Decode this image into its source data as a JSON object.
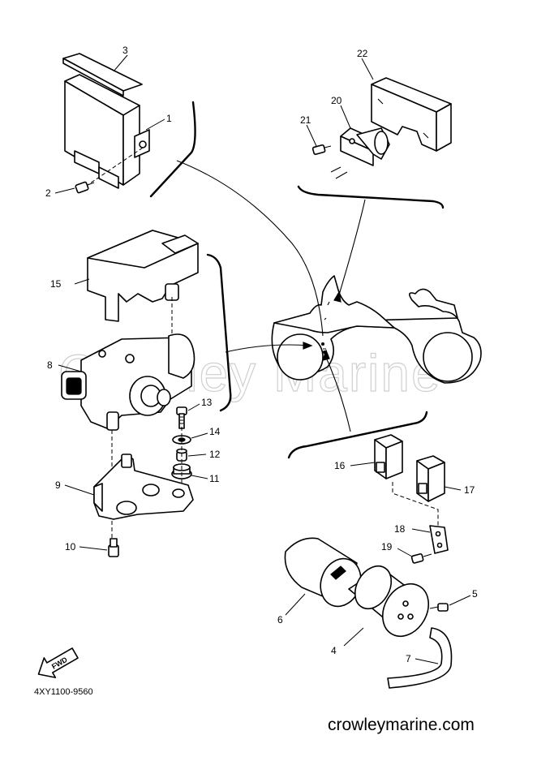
{
  "drawing_number": "4XY1100-9560",
  "watermark": "Crowley Marine",
  "site_url": "crowleymarine.com",
  "fwd_label": "FWD",
  "callouts": {
    "c1": "1",
    "c2": "2",
    "c3": "3",
    "c4": "4",
    "c5": "5",
    "c6": "6",
    "c7": "7",
    "c8": "8",
    "c9": "9",
    "c10": "10",
    "c11": "11",
    "c12": "12",
    "c13": "13",
    "c14": "14",
    "c15": "15",
    "c16": "16",
    "c17": "17",
    "c18": "18",
    "c19": "19",
    "c20": "20",
    "c21": "21",
    "c22": "22"
  }
}
